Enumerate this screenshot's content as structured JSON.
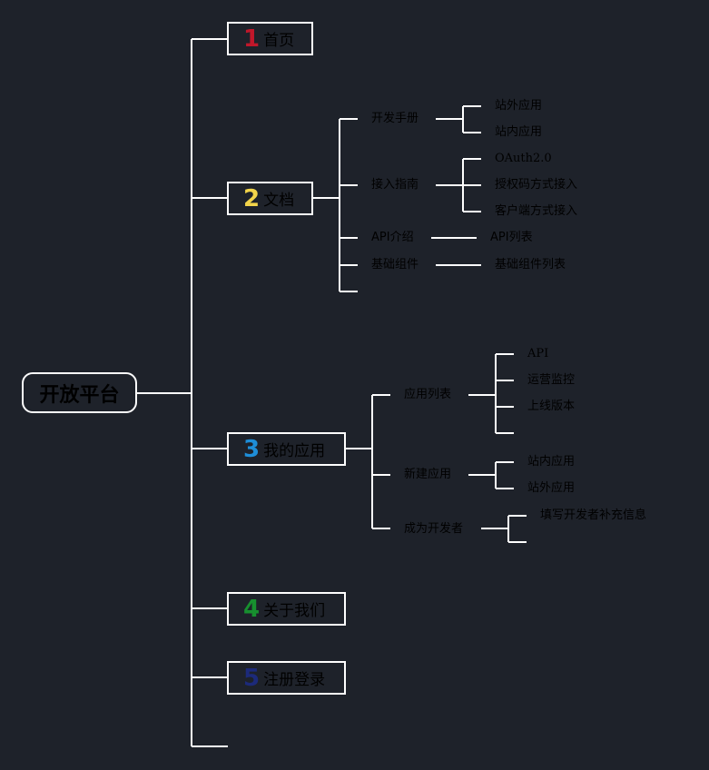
{
  "root": {
    "label": "开放平台"
  },
  "nodes": [
    {
      "num": "1",
      "num_color": "#c0172a",
      "label": "首页"
    },
    {
      "num": "2",
      "num_color": "#f2d44a",
      "label": "文档"
    },
    {
      "num": "3",
      "num_color": "#1e8ed8",
      "label": "我的应用"
    },
    {
      "num": "4",
      "num_color": "#17902f",
      "label": "关于我们"
    },
    {
      "num": "5",
      "num_color": "#1c2a7a",
      "label": "注册登录"
    }
  ],
  "docs": {
    "dev_manual": {
      "label": "开发手册",
      "items": [
        "站外应用",
        "站内应用"
      ]
    },
    "access_guide": {
      "label": "接入指南",
      "items": [
        "OAuth2.0",
        "授权码方式接入",
        "客户端方式接入"
      ]
    },
    "api_intro": {
      "label": "API介绍",
      "items": [
        "API列表"
      ]
    },
    "base_components": {
      "label": "基础组件",
      "items": [
        "基础组件列表"
      ]
    }
  },
  "myapps": {
    "app_list": {
      "label": "应用列表",
      "items": [
        "API",
        "运营监控",
        "上线版本"
      ]
    },
    "new_app": {
      "label": "新建应用",
      "items": [
        "站内应用",
        "站外应用"
      ]
    },
    "become_dev": {
      "label": "成为开发者",
      "items": [
        "填写开发者补充信息"
      ]
    }
  },
  "colors": {
    "background": "#1e222a",
    "line": "#ffffff",
    "text": "#000000"
  }
}
